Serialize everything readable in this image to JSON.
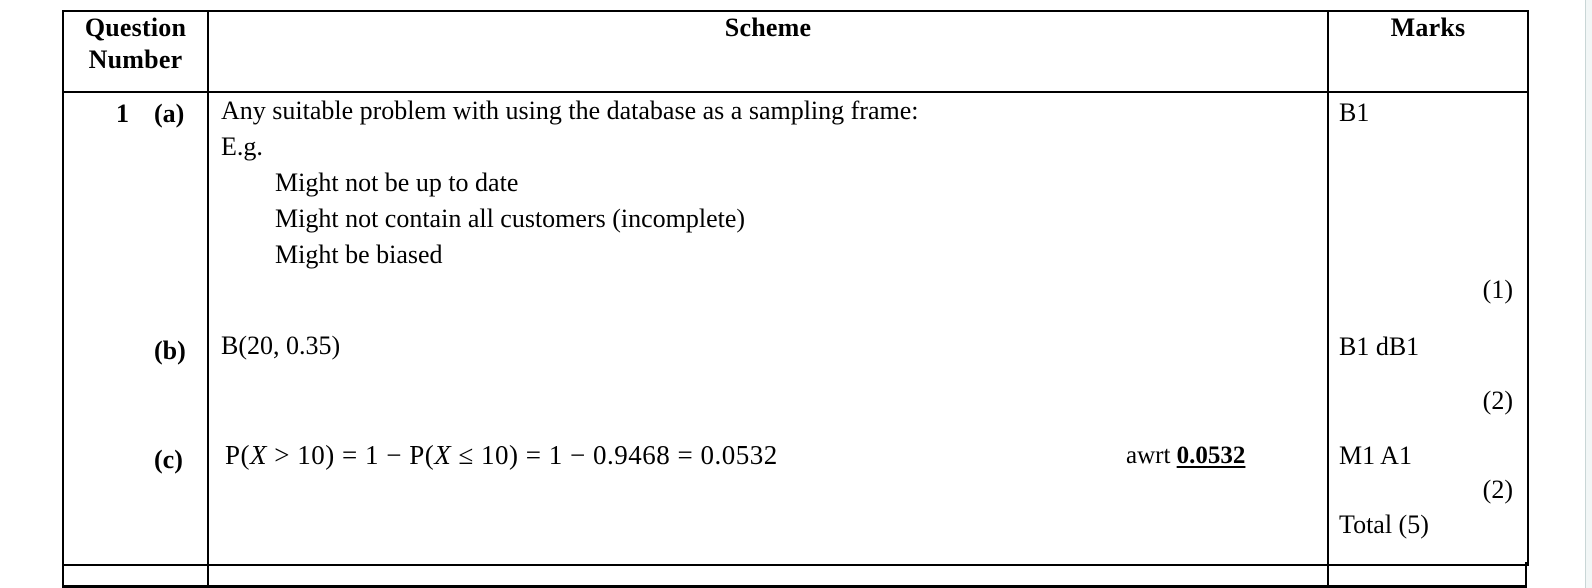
{
  "table": {
    "headers": {
      "question_number": "Question\nNumber",
      "question_number_line1": "Question",
      "question_number_line2": "Number",
      "scheme": "Scheme",
      "marks": "Marks"
    },
    "question": {
      "number": "1",
      "parts": {
        "a": "(a)",
        "b": "(b)",
        "c": "(c)"
      }
    },
    "scheme": {
      "part_a": {
        "intro": "Any suitable problem with using the database as a sampling frame:",
        "eg_label": "E.g.",
        "bullets": [
          "Might not be up to date",
          "Might not contain all customers (incomplete)",
          "Might be biased"
        ]
      },
      "part_b": {
        "answer": "B(20, 0.35)"
      },
      "part_c": {
        "expression_p1": "P(",
        "expression_var1": "X",
        "expression_p2": " > 10) = 1",
        "expression_p3": " − P(",
        "expression_var2": "X",
        "expression_p4": " ≤ 10) = 1",
        "expression_p5": " − 0.9468 = 0.0532",
        "awrt_label": "awrt",
        "awrt_value": "0.0532"
      }
    },
    "marks": {
      "part_a_mark": "B1",
      "part_a_total": "(1)",
      "part_b_mark": "B1 dB1",
      "part_b_total": "(2)",
      "part_c_mark": "M1 A1",
      "part_c_total": "(2)",
      "question_total": "Total (5)"
    }
  }
}
